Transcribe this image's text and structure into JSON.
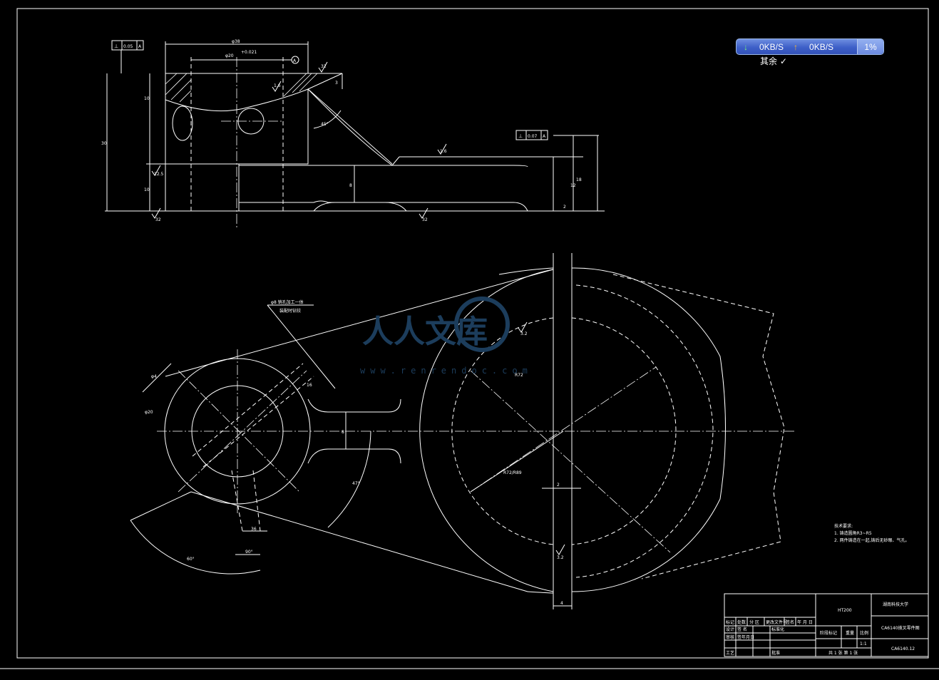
{
  "net_widget": {
    "download_speed": "0KB/S",
    "upload_speed": "0KB/S",
    "percent": "1%",
    "download_icon": "arrow-down-icon",
    "upload_icon": "arrow-up-icon"
  },
  "roughness_note": "其余",
  "top_view": {
    "perp_tol_1": "0.05",
    "perp_tol_1_datum": "A",
    "perp_tol_2": "0.07",
    "perp_tol_2_datum": "A",
    "datum_label": "A",
    "dim_width": "φ38",
    "dim_bore": "φ20",
    "dim_bore_tol": "+0.021",
    "dim_height_total": "30",
    "dim_upper": "10",
    "dim_lower": "10",
    "dim_rib": "8",
    "dim_right_1": "12",
    "dim_right_2": "18",
    "dim_right_3": "2",
    "dim_angle": "45°",
    "dim_offset": "3",
    "rough_1": "32",
    "rough_2": "1.6",
    "rough_3": "12.5",
    "rough_4": "32",
    "rough_5": "32",
    "rough_6": "1.6"
  },
  "plan_view": {
    "note_line1": "φ8 销孔加工一体",
    "note_line2": "装配时钻铰",
    "dim_d1": "φ4",
    "dim_d2": "φ20",
    "dim_r1": "R72",
    "dim_r2": "R72/R89",
    "dim_16": "16",
    "dim_8": "8",
    "dim_47": "47°",
    "dim_60": "60°",
    "dim_36": "36",
    "dim_90": "90°",
    "dim_2": "2",
    "dim_4": "4",
    "rough_a": "3.2",
    "rough_b": "3.2"
  },
  "watermark": {
    "text": "人人文库",
    "url": "www.renrendoc.com"
  },
  "tech_req": {
    "title": "技术要求:",
    "line1": "1. 铸造圆角R3~R5",
    "line2": "2. 两件铸造在一起,铸后无砂眼、气孔。"
  },
  "title_block": {
    "material": "HT200",
    "school": "湖南科技大学",
    "part_name": "CA6140拨叉零件图",
    "drawing_no": "CA6140.12",
    "scale": "1:1",
    "sheet": "共 1 张 第 1 张",
    "stage_label": "阶段标记",
    "weight_label": "重量",
    "scale_label": "比例",
    "row1": [
      "标记",
      "处数",
      "分 区",
      "更改文件号",
      "签名",
      "年 月 日"
    ],
    "row2": [
      "设计",
      "签 名",
      "标准化"
    ],
    "row3": [
      "审核",
      "签年月日"
    ],
    "row4": [
      "工艺",
      "批准"
    ]
  }
}
